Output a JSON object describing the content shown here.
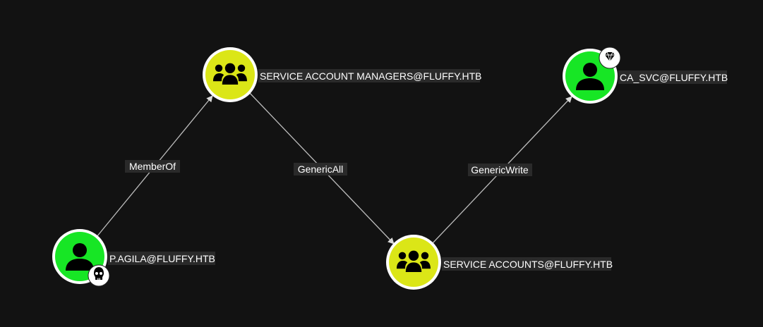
{
  "colors": {
    "background": "#121212",
    "user_node": "#17e625",
    "group_node": "#dbe617",
    "node_ring": "#ffffff",
    "edge": "#bdbdbd",
    "label_bg": "#2a2a2a",
    "label_text": "#ffffff"
  },
  "nodes": {
    "p_agila": {
      "label": "P.AGILA@FLUFFY.HTB",
      "kind": "user",
      "icon": "user-icon",
      "badge": "skull-icon"
    },
    "sam": {
      "label": "SERVICE ACCOUNT MANAGERS@FLUFFY.HTB",
      "kind": "group",
      "icon": "group-icon"
    },
    "svc_accounts": {
      "label": "SERVICE ACCOUNTS@FLUFFY.HTB",
      "kind": "group",
      "icon": "group-icon"
    },
    "ca_svc": {
      "label": "CA_SVC@FLUFFY.HTB",
      "kind": "user",
      "icon": "user-icon",
      "badge": "diamond-icon"
    }
  },
  "edges": {
    "member_of": {
      "label": "MemberOf",
      "from": "P.AGILA@FLUFFY.HTB",
      "to": "SERVICE ACCOUNT MANAGERS@FLUFFY.HTB"
    },
    "generic_all": {
      "label": "GenericAll",
      "from": "SERVICE ACCOUNT MANAGERS@FLUFFY.HTB",
      "to": "SERVICE ACCOUNTS@FLUFFY.HTB"
    },
    "generic_write": {
      "label": "GenericWrite",
      "from": "SERVICE ACCOUNTS@FLUFFY.HTB",
      "to": "CA_SVC@FLUFFY.HTB"
    }
  }
}
